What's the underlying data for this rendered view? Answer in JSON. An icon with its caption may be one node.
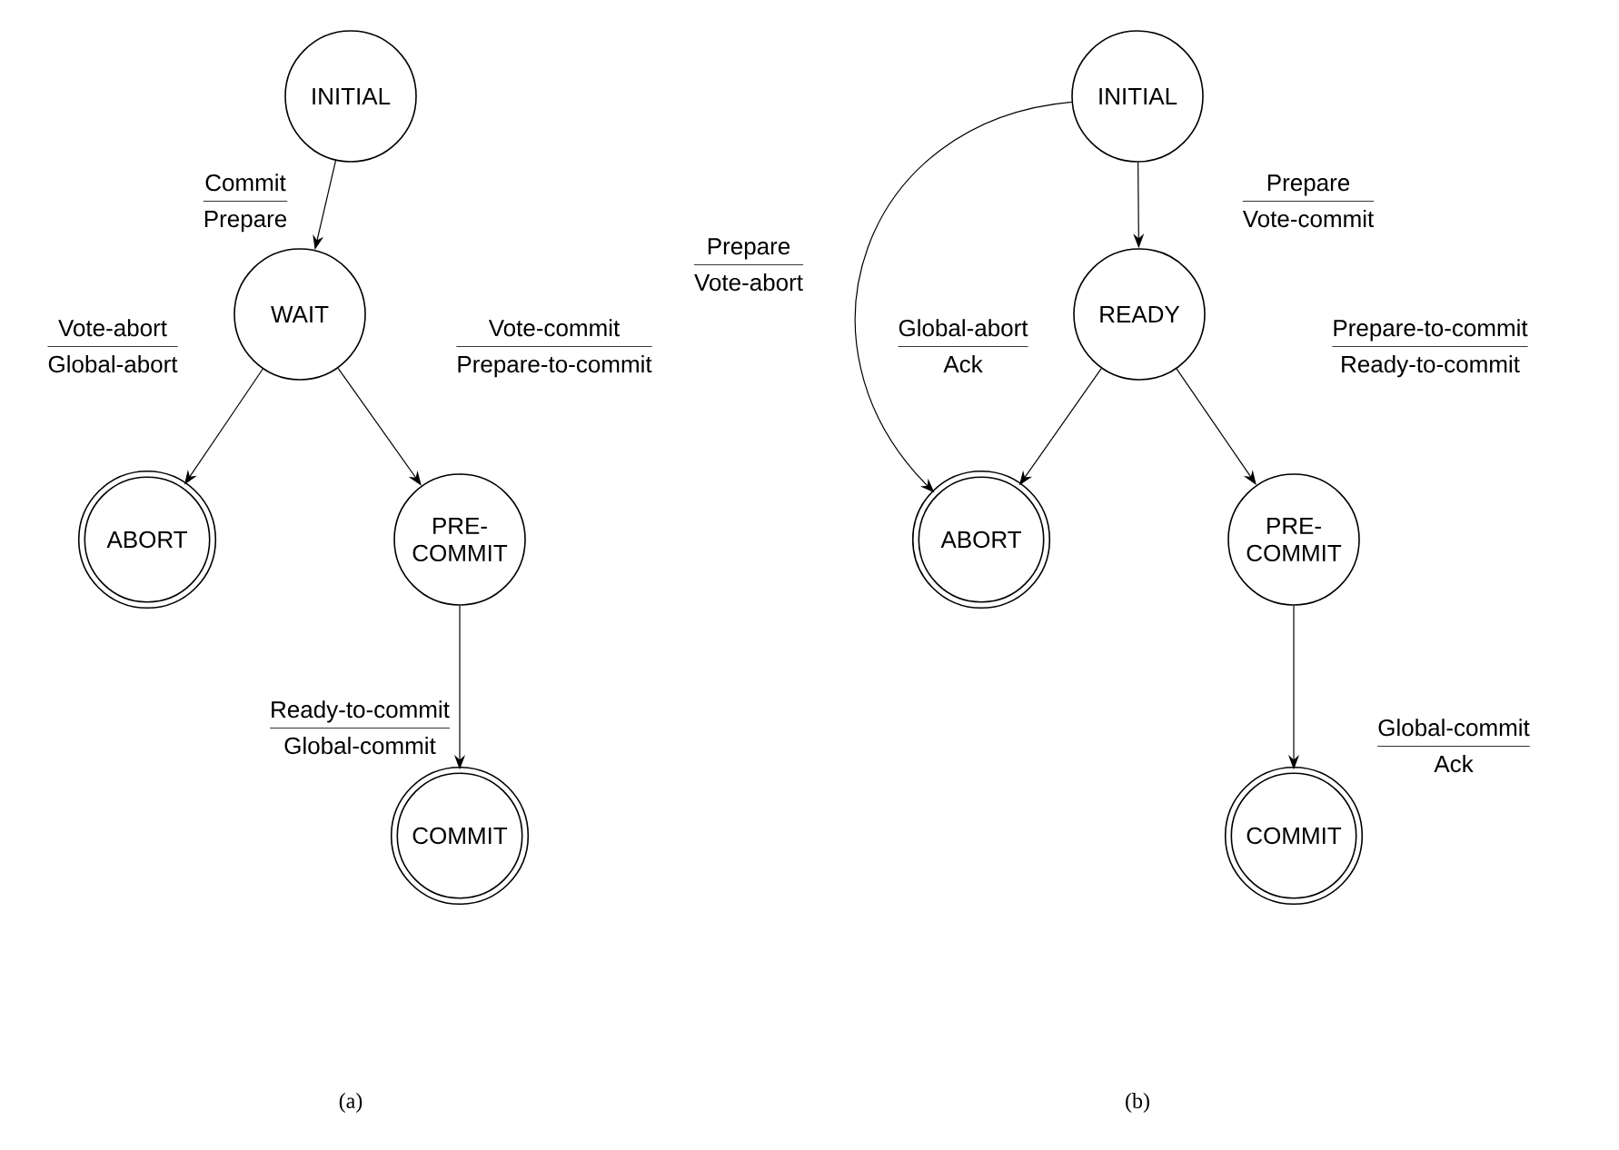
{
  "diagram": {
    "nodes": [
      {
        "text": [
          "INITIAL"
        ]
      },
      {
        "text": [
          "WAIT"
        ]
      },
      {
        "text": [
          "ABORT"
        ]
      },
      {
        "text": [
          "PRE- COMMIT"
        ]
      },
      {
        "text": [
          "COMMIT"
        ]
      },
      {
        "text": [
          "INITIAL"
        ]
      },
      {
        "text": [
          "READY"
        ]
      },
      {
        "text": [
          "ABORT"
        ]
      },
      {
        "text": [
          "PRE- COMMIT"
        ]
      },
      {
        "text": [
          "COMMIT"
        ]
      }
    ],
    "edges": [
      {
        "from": 0,
        "to": 1,
        "arrow": "to"
      },
      {
        "from": 1,
        "to": 2,
        "arrow": "to"
      },
      {
        "from": 1,
        "to": 3,
        "arrow": "to"
      },
      {
        "from": 3,
        "to": 4,
        "arrow": "to"
      },
      {
        "from": 5,
        "to": 6,
        "arrow": "to"
      },
      {
        "from": 5,
        "to": 7,
        "arrow": "to"
      },
      {
        "from": 6,
        "to": 7,
        "arrow": "to"
      },
      {
        "from": 6,
        "to": 8,
        "arrow": "to"
      },
      {
        "from": 8,
        "to": 9,
        "arrow": "to"
      }
    ],
    "labels": [
      "Commit",
      "Prepare",
      "Vote-abort",
      "Global-abort",
      "Vote-commit",
      "Prepare-to-commit",
      "Ready-to-commit",
      "Global-commit",
      "(a)",
      "Prepare",
      "Vote-abort",
      "Prepare",
      "Vote-commit",
      "Global-abort",
      "Ack",
      "Prepare-to-commit",
      "Ready-to-commit",
      "Global-commit",
      "Ack",
      "(b)"
    ]
  }
}
